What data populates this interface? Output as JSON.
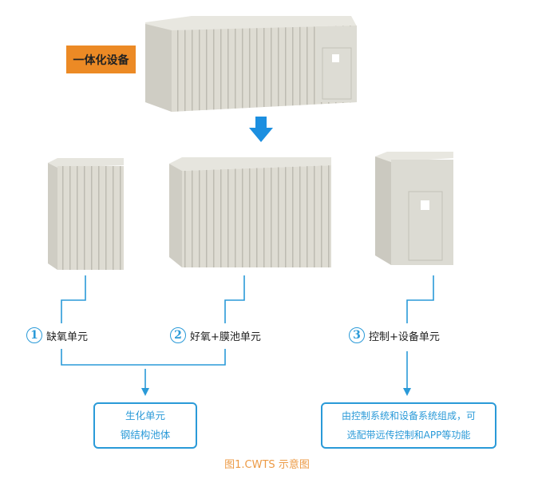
{
  "top_label": "一体化设备",
  "units": [
    {
      "number": "1",
      "label": "缺氧单元"
    },
    {
      "number": "2",
      "label": "好氧+膜池单元"
    },
    {
      "number": "3",
      "label": "控制+设备单元"
    }
  ],
  "result_boxes": [
    {
      "line1": "生化单元",
      "line2": "钢结构池体"
    },
    {
      "line1": "由控制系统和设备系统组成，可",
      "line2": "选配带远传控制和APP等功能"
    }
  ],
  "caption": "图1.CWTS 示意图",
  "colors": {
    "accent": "#2a9ad8",
    "orange": "#ec8a25",
    "caption": "#ec9a45",
    "container": "#dcdbd2"
  }
}
